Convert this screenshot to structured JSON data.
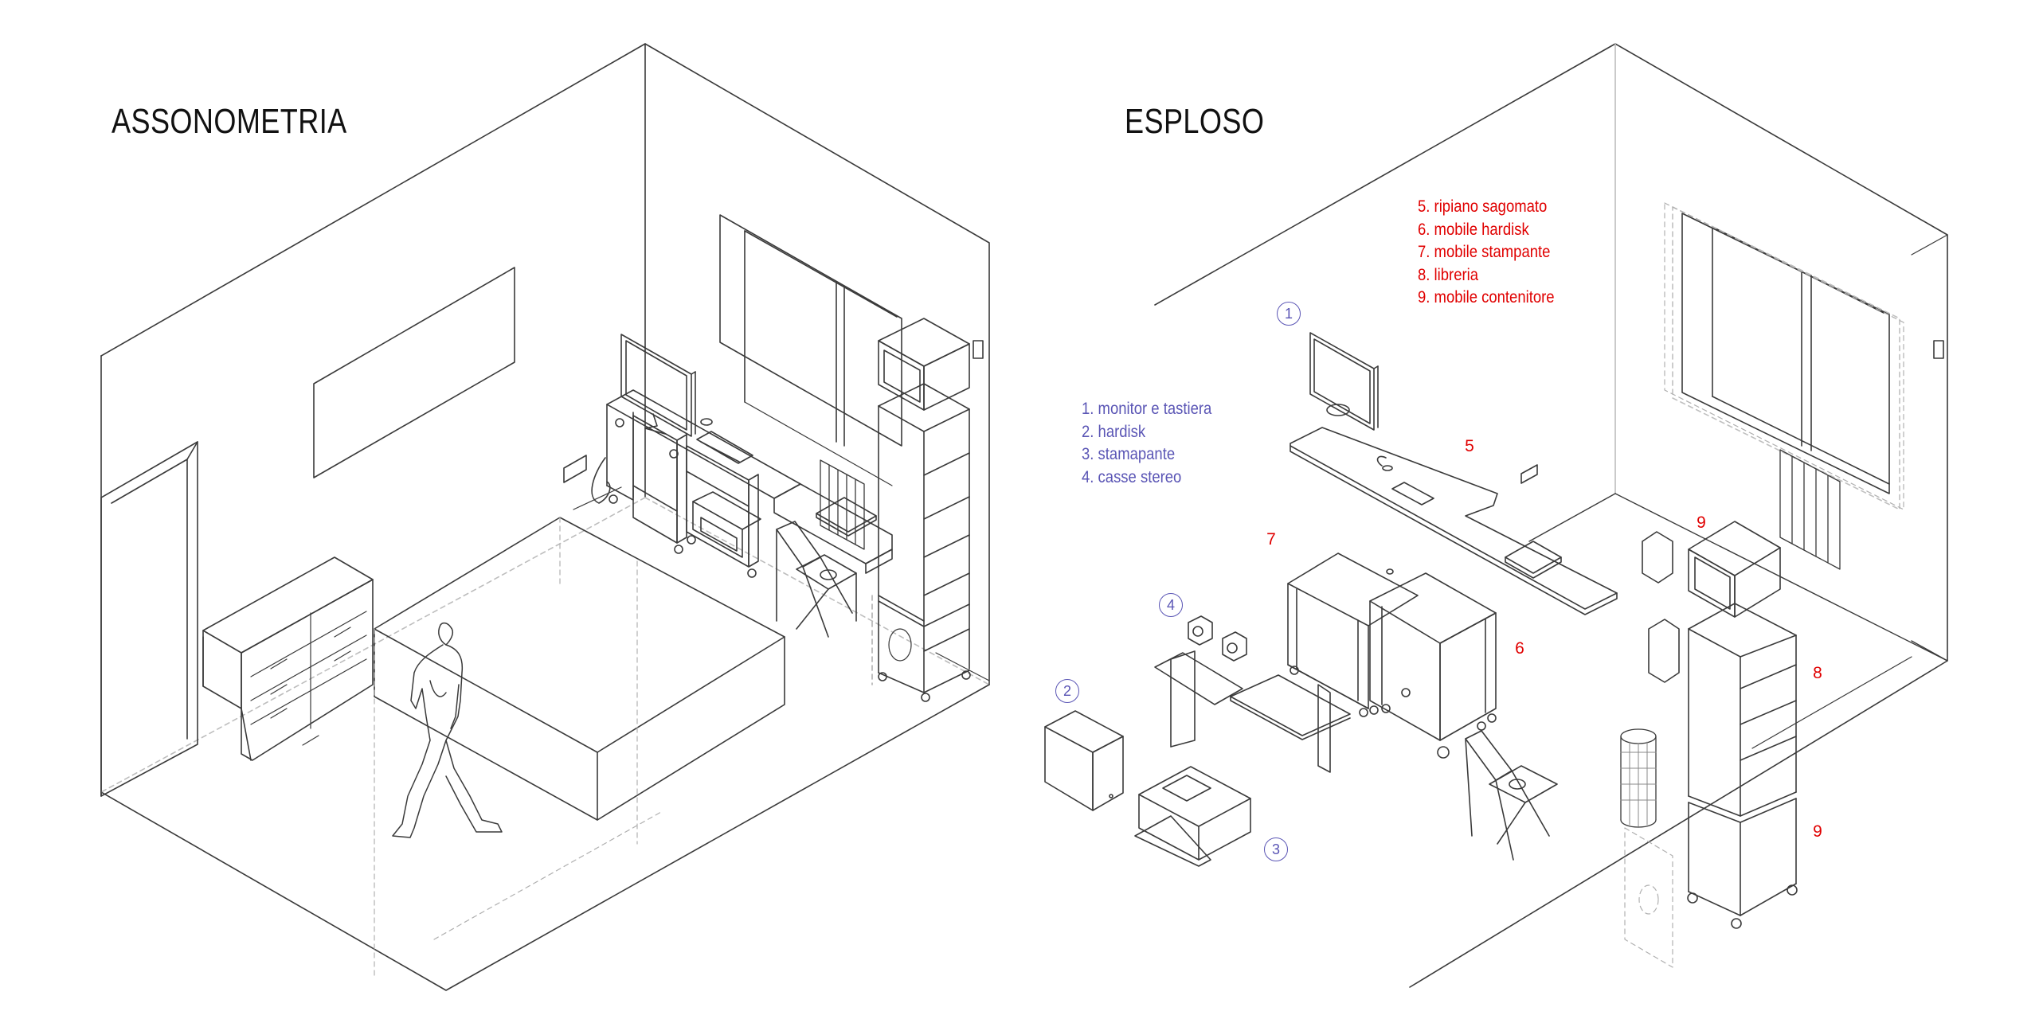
{
  "titles": {
    "left": "ASSONOMETRIA",
    "right": "ESPLOSO"
  },
  "colors": {
    "line": "#3a3a3a",
    "hidden": "#9a9a9a",
    "blue": "#5a55b5",
    "red": "#e00000"
  },
  "legend_blue": [
    "1. monitor e tastiera",
    "2. hardisk",
    "3. stamapante",
    "4. casse stereo"
  ],
  "legend_red": [
    "5. ripiano sagomato",
    "6. mobile hardisk",
    "7. mobile stampante",
    "8. libreria",
    "9. mobile contenitore"
  ],
  "labels": {
    "n1": "1",
    "n2": "2",
    "n3": "3",
    "n4": "4",
    "n5": "5",
    "n6": "6",
    "n7": "7",
    "n8": "8",
    "n9a": "9",
    "n9b": "9"
  }
}
